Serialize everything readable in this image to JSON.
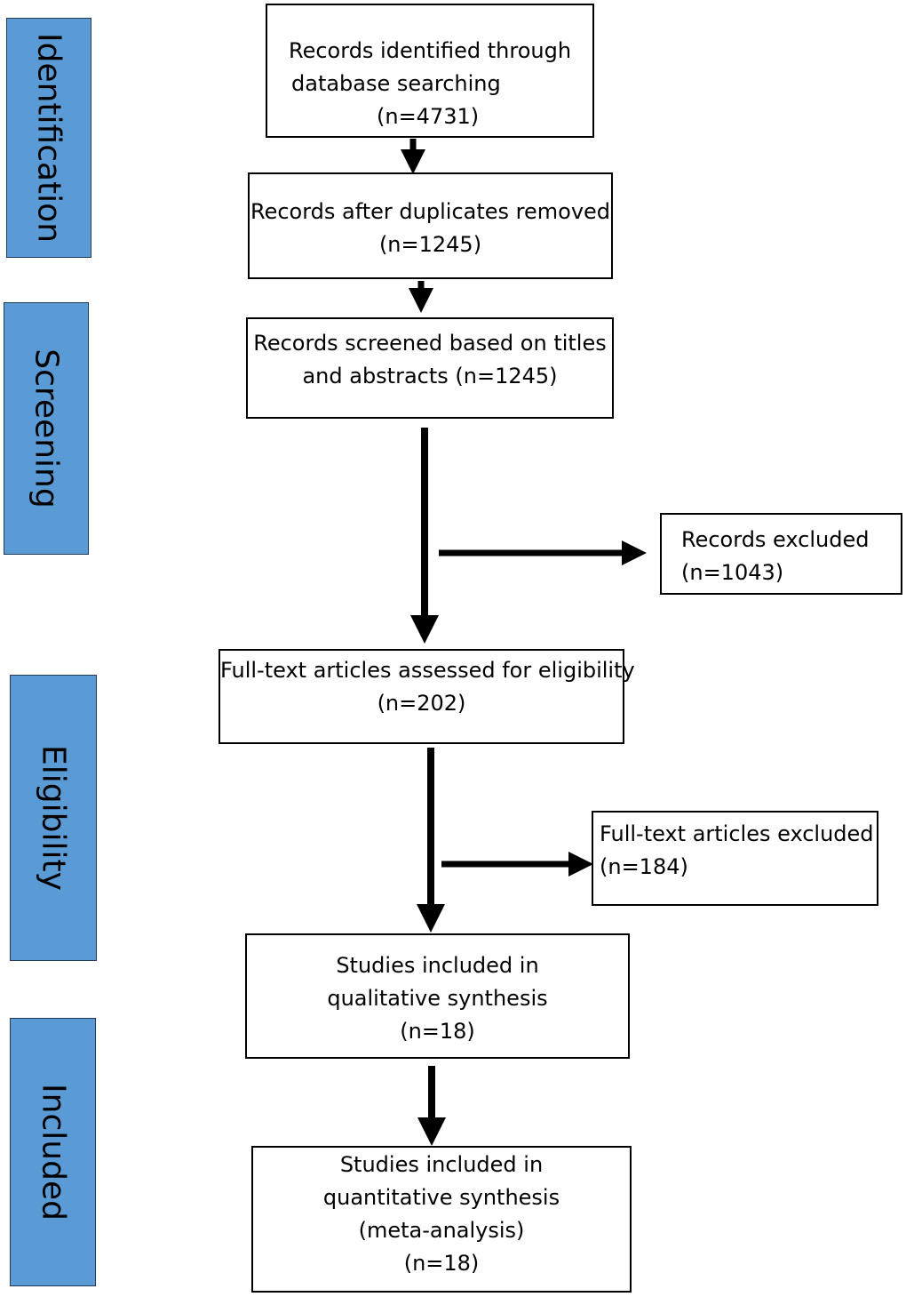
{
  "stages": {
    "identification": "Identification",
    "screening": "Screening",
    "eligibility": "Eligibility",
    "included": "Included"
  },
  "boxes": {
    "identified": [
      "Records identified through",
      "database searching",
      "(n=4731)"
    ],
    "deduplicated": [
      "Records after duplicates removed",
      "(n=1245)"
    ],
    "screened": [
      "Records screened based on titles",
      "and abstracts (n=1245)"
    ],
    "excluded": [
      "Records excluded",
      "(n=1043)"
    ],
    "fulltext_assessed": [
      "Full-text articles assessed for eligibility",
      "(n=202)"
    ],
    "fulltext_excluded": [
      "Full-text articles excluded",
      "(n=184)"
    ],
    "qualitative": [
      "Studies included in",
      "qualitative synthesis",
      "(n=18)"
    ],
    "quantitative": [
      "Studies included in",
      "quantitative synthesis",
      "(meta-analysis)",
      "(n=18)"
    ]
  },
  "colors": {
    "stage_fill": "#5b9bd5",
    "stage_border": "#1f3b57",
    "box_border": "#000000",
    "arrow": "#000000"
  }
}
